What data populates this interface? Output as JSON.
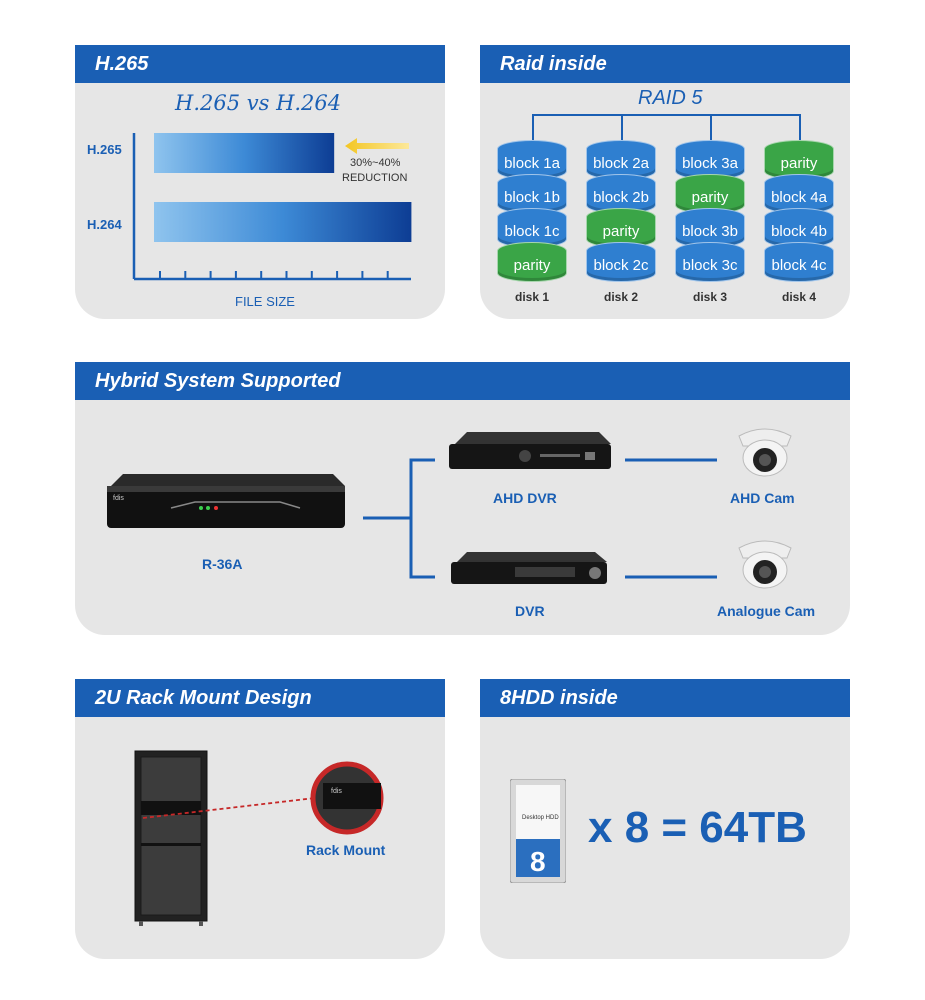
{
  "h265": {
    "header": "H.265",
    "chart_title": "H.265 vs H.264",
    "row1_label": "H.265",
    "row2_label": "H.264",
    "reduction_pct": "30%~40%",
    "reduction_word": "REDUCTION",
    "axis_label": "FILE SIZE",
    "chart_data": {
      "type": "bar",
      "categories": [
        "H.265",
        "H.264"
      ],
      "values": [
        70,
        100
      ],
      "xlabel": "FILE SIZE"
    }
  },
  "raid": {
    "header": "Raid inside",
    "title": "RAID 5",
    "disks": [
      {
        "label": "disk 1",
        "blocks": [
          "block 1a",
          "block 1b",
          "block 1c",
          "parity"
        ]
      },
      {
        "label": "disk 2",
        "blocks": [
          "block 2a",
          "block 2b",
          "parity",
          "block 2c"
        ]
      },
      {
        "label": "disk 3",
        "blocks": [
          "block 3a",
          "parity",
          "block 3b",
          "block 3c"
        ]
      },
      {
        "label": "disk 4",
        "blocks": [
          "parity",
          "block 4a",
          "block 4b",
          "block 4c"
        ]
      }
    ]
  },
  "hybrid": {
    "header": "Hybrid System Supported",
    "main_device": "R-36A",
    "ahd_dvr": "AHD DVR",
    "dvr": "DVR",
    "ahd_cam": "AHD Cam",
    "analogue_cam": "Analogue Cam"
  },
  "rack": {
    "header": "2U Rack Mount Design",
    "label": "Rack Mount"
  },
  "hdd": {
    "header": "8HDD inside",
    "formula": "x 8 = 64TB",
    "drive_text": "Desktop HDD",
    "drive_number": "8"
  },
  "colors": {
    "brand_blue": "#1a5fb4",
    "block_blue": "#2f7fd0",
    "parity_green": "#3aa547",
    "panel_bg": "#e6e6e6"
  }
}
